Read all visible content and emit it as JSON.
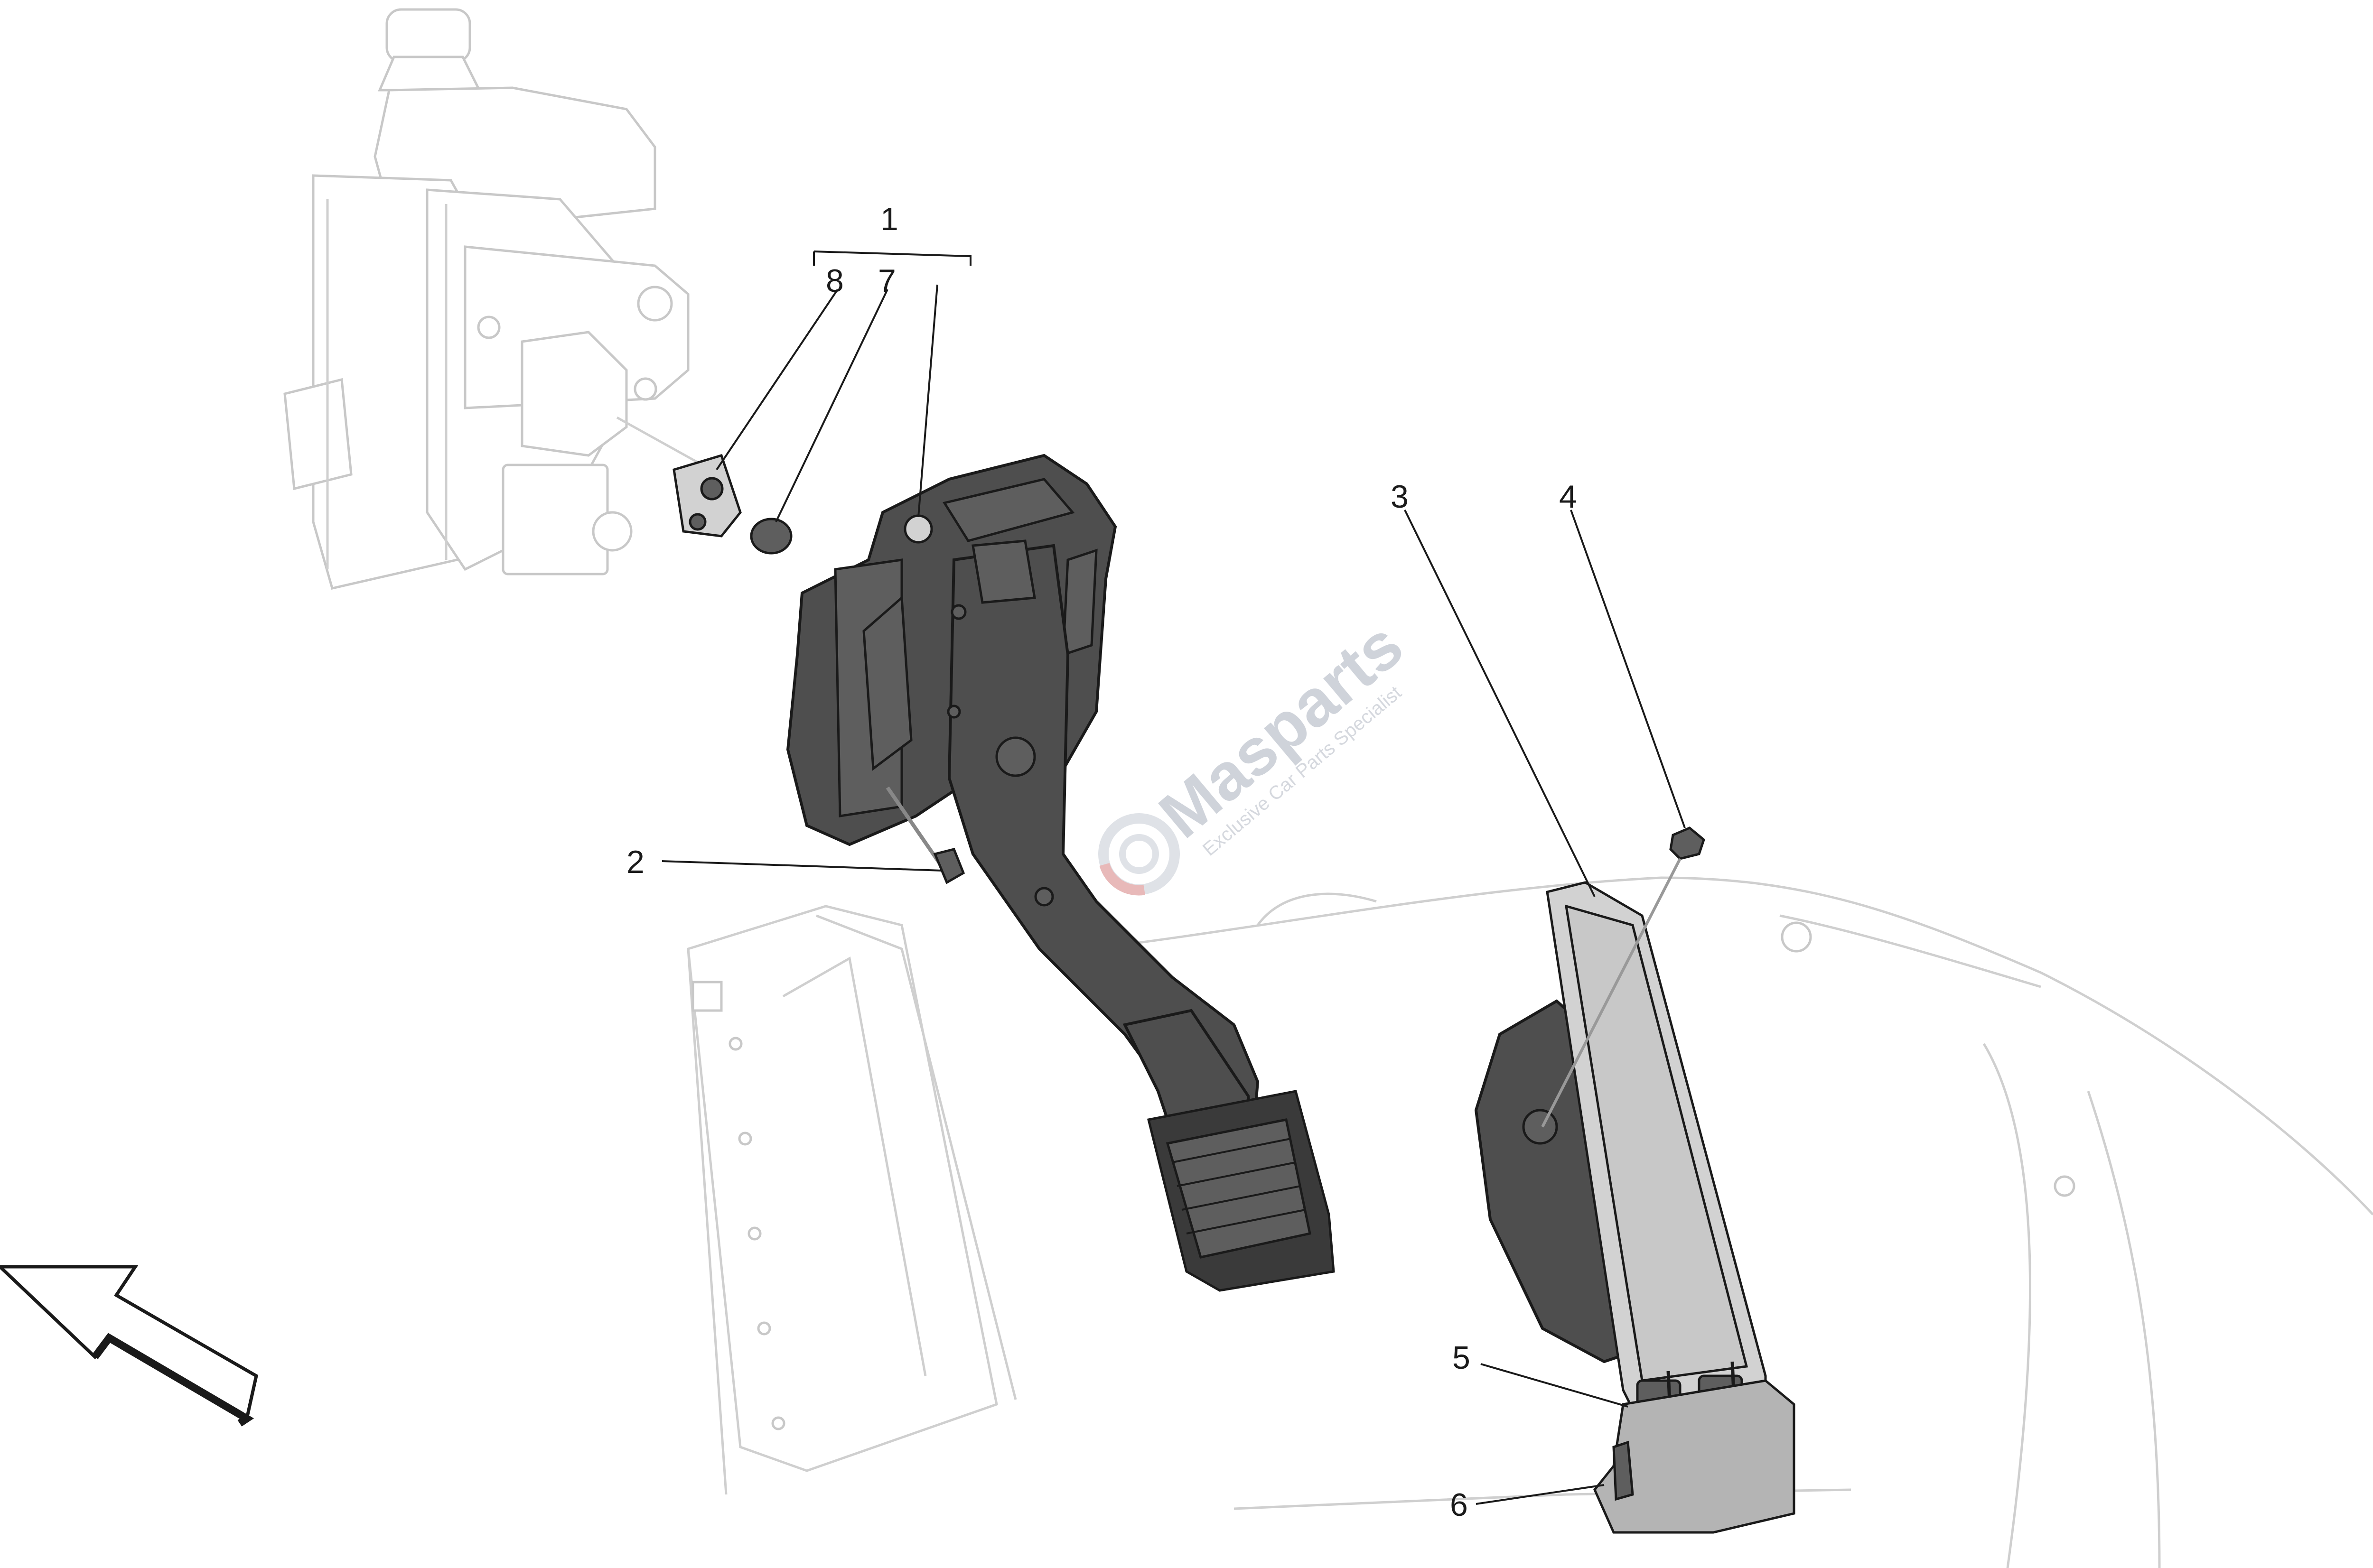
{
  "callouts": [
    {
      "id": "1",
      "label": "1"
    },
    {
      "id": "2",
      "label": "2"
    },
    {
      "id": "3",
      "label": "3"
    },
    {
      "id": "4",
      "label": "4"
    },
    {
      "id": "5",
      "label": "5"
    },
    {
      "id": "6",
      "label": "6"
    },
    {
      "id": "7",
      "label": "7"
    },
    {
      "id": "8",
      "label": "8"
    }
  ],
  "watermark": {
    "brand": "Masparts",
    "tagline": "Exclusive Car Parts Specialist"
  },
  "colors": {
    "part_dark": "#4e4e4e",
    "part_light": "#d2d2d2",
    "ghost_outline": "#c8c8c8",
    "watermark_accent": "#e8b9b9"
  },
  "icons": {
    "direction_arrow": "arrow-up-left-icon"
  }
}
